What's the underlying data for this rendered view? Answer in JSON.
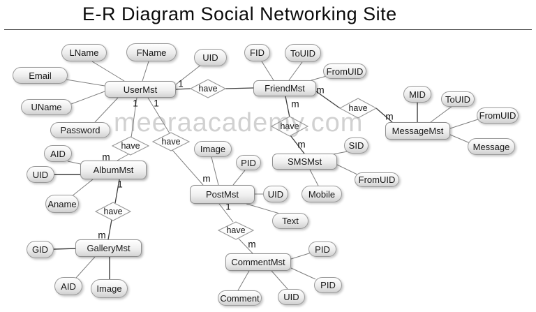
{
  "title": "E-R Diagram Social Networking Site",
  "watermark": "meeraacademy.com",
  "diagram_type": "entity-relationship",
  "entities": [
    {
      "label": "UserMst"
    },
    {
      "label": "FriendMst"
    },
    {
      "label": "MessageMst"
    },
    {
      "label": "AlbumMst"
    },
    {
      "label": "GalleryMst"
    },
    {
      "label": "PostMst"
    },
    {
      "label": "SMSMst"
    },
    {
      "label": "CommentMst"
    }
  ],
  "attributes": [
    {
      "label": "LName",
      "entity": "UserMst"
    },
    {
      "label": "FName",
      "entity": "UserMst"
    },
    {
      "label": "UID",
      "entity": "UserMst"
    },
    {
      "label": "Email",
      "entity": "UserMst"
    },
    {
      "label": "UName",
      "entity": "UserMst"
    },
    {
      "label": "Password",
      "entity": "UserMst"
    },
    {
      "label": "FID",
      "entity": "FriendMst"
    },
    {
      "label": "ToUID",
      "entity": "FriendMst"
    },
    {
      "label": "FromUID",
      "entity": "FriendMst"
    },
    {
      "label": "MID",
      "entity": "MessageMst"
    },
    {
      "label": "ToUID",
      "entity": "MessageMst"
    },
    {
      "label": "FromUID",
      "entity": "MessageMst"
    },
    {
      "label": "Message",
      "entity": "MessageMst"
    },
    {
      "label": "SID",
      "entity": "SMSMst"
    },
    {
      "label": "FromUID",
      "entity": "SMSMst"
    },
    {
      "label": "Mobile",
      "entity": "SMSMst"
    },
    {
      "label": "AID",
      "entity": "AlbumMst"
    },
    {
      "label": "UID",
      "entity": "AlbumMst"
    },
    {
      "label": "Aname",
      "entity": "AlbumMst"
    },
    {
      "label": "GID",
      "entity": "GalleryMst"
    },
    {
      "label": "AID",
      "entity": "GalleryMst"
    },
    {
      "label": "Image",
      "entity": "GalleryMst"
    },
    {
      "label": "Image",
      "entity": "PostMst"
    },
    {
      "label": "PID",
      "entity": "PostMst"
    },
    {
      "label": "UID",
      "entity": "PostMst"
    },
    {
      "label": "Text",
      "entity": "PostMst"
    },
    {
      "label": "PID",
      "entity": "CommentMst"
    },
    {
      "label": "PID",
      "entity": "CommentMst"
    },
    {
      "label": "UID",
      "entity": "CommentMst"
    },
    {
      "label": "Comment",
      "entity": "CommentMst"
    }
  ],
  "relationships": [
    {
      "label": "have",
      "between": [
        "UserMst",
        "FriendMst"
      ]
    },
    {
      "label": "have",
      "between": [
        "FriendMst",
        "MessageMst"
      ]
    },
    {
      "label": "have",
      "between": [
        "FriendMst",
        "SMSMst"
      ]
    },
    {
      "label": "have",
      "between": [
        "UserMst",
        "AlbumMst"
      ]
    },
    {
      "label": "have",
      "between": [
        "UserMst",
        "PostMst"
      ]
    },
    {
      "label": "have",
      "between": [
        "AlbumMst",
        "GalleryMst"
      ]
    },
    {
      "label": "have",
      "between": [
        "PostMst",
        "CommentMst"
      ]
    }
  ],
  "cardinalities": [
    {
      "text": "1",
      "relationship": "UserMst-FriendMst",
      "near": "UserMst"
    },
    {
      "text": "m",
      "relationship": "FriendMst-MessageMst",
      "near": "FriendMst"
    },
    {
      "text": "m",
      "relationship": "FriendMst-MessageMst",
      "near": "MessageMst"
    },
    {
      "text": "m",
      "relationship": "FriendMst-SMSMst",
      "near": "FriendMst"
    },
    {
      "text": "m",
      "relationship": "FriendMst-SMSMst",
      "near": "SMSMst"
    },
    {
      "text": "1",
      "relationship": "UserMst-AlbumMst",
      "near": "UserMst"
    },
    {
      "text": "1",
      "relationship": "UserMst-PostMst",
      "near": "UserMst"
    },
    {
      "text": "m",
      "relationship": "UserMst-AlbumMst",
      "near": "AlbumMst"
    },
    {
      "text": "m",
      "relationship": "UserMst-PostMst",
      "near": "PostMst"
    },
    {
      "text": "1",
      "relationship": "AlbumMst-GalleryMst",
      "near": "AlbumMst"
    },
    {
      "text": "m",
      "relationship": "AlbumMst-GalleryMst",
      "near": "GalleryMst"
    },
    {
      "text": "1",
      "relationship": "PostMst-CommentMst",
      "near": "PostMst"
    },
    {
      "text": "m",
      "relationship": "PostMst-CommentMst",
      "near": "CommentMst"
    }
  ],
  "colors": {
    "background": "#ffffff",
    "node_fill_top": "#ffffff",
    "node_fill_bottom": "#d0d0d0",
    "node_border": "#8e8e8e",
    "line": "#7d7d7d",
    "dark_line": "#3c3c3c",
    "text": "#161616",
    "watermark": "#cfcfcf"
  }
}
